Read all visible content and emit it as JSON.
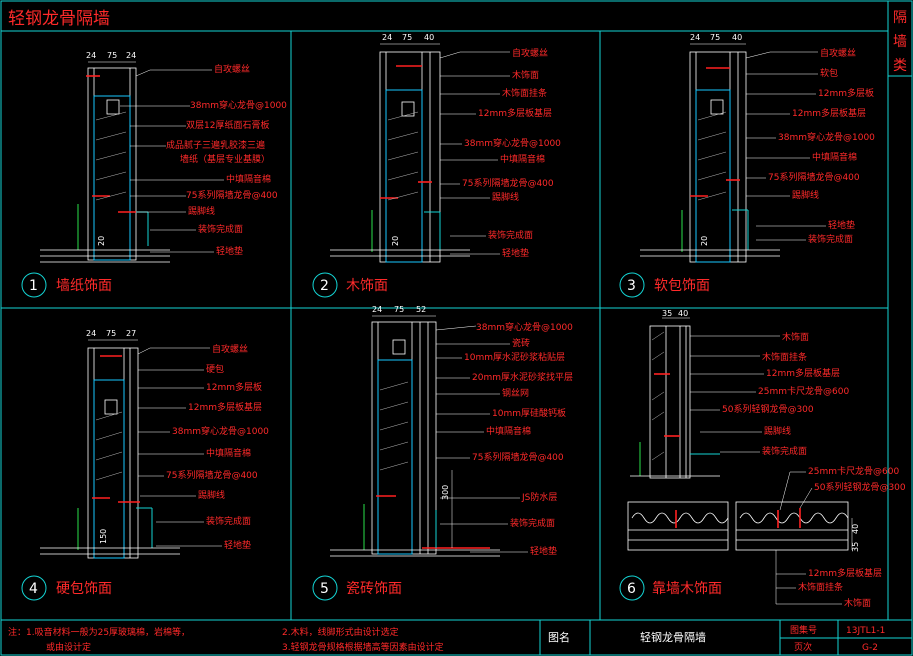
{
  "sheet": {
    "title": "轻钢龙骨隔墙",
    "side_tag": [
      "隔",
      "墙",
      "类"
    ]
  },
  "panels": [
    {
      "num": "1",
      "caption": "墙纸饰面",
      "dims": [
        "24",
        "75",
        "24"
      ],
      "side_dims": [
        "20"
      ],
      "labels": [
        "自攻螺丝",
        "38mm穿心龙骨@1000",
        "双层12厚纸面石膏板",
        "成品腻子三遍乳胶漆三遍",
        "墙纸（基层专业基膜）",
        "中填隔音棉",
        "75系列隔墙龙骨@400",
        "踢脚线",
        "装饰完成面",
        "轻地垫"
      ]
    },
    {
      "num": "2",
      "caption": "木饰面",
      "dims": [
        "24",
        "75",
        "40"
      ],
      "side_dims": [
        "20"
      ],
      "labels": [
        "自攻螺丝",
        "木饰面",
        "木饰面挂条",
        "12mm多层板基层",
        "38mm穿心龙骨@1000",
        "中填隔音棉",
        "75系列隔墙龙骨@400",
        "踢脚线",
        "装饰完成面",
        "轻地垫"
      ]
    },
    {
      "num": "3",
      "caption": "软包饰面",
      "dims": [
        "24",
        "75",
        "40"
      ],
      "side_dims": [
        "20"
      ],
      "labels": [
        "自攻螺丝",
        "软包",
        "12mm多层板",
        "12mm多层板基层",
        "38mm穿心龙骨@1000",
        "中填隔音棉",
        "75系列隔墙龙骨@400",
        "踢脚线",
        "轻地垫",
        "装饰完成面"
      ]
    },
    {
      "num": "4",
      "caption": "硬包饰面",
      "dims": [
        "24",
        "75",
        "27"
      ],
      "side_dims": [
        "150"
      ],
      "labels": [
        "自攻螺丝",
        "硬包",
        "12mm多层板",
        "12mm多层板基层",
        "38mm穿心龙骨@1000",
        "中填隔音棉",
        "75系列隔墙龙骨@400",
        "踢脚线",
        "装饰完成面",
        "轻地垫"
      ]
    },
    {
      "num": "5",
      "caption": "瓷砖饰面",
      "dims": [
        "24",
        "75",
        "52"
      ],
      "side_dims": [
        "300"
      ],
      "labels": [
        "38mm穿心龙骨@1000",
        "瓷砖",
        "10mm厚水泥砂浆粘贴层",
        "20mm厚水泥砂浆找平层",
        "钢丝网",
        "10mm厚硅酸钙板",
        "中填隔音棉",
        "75系列隔墙龙骨@400",
        "JS防水层",
        "装饰完成面",
        "轻地垫"
      ]
    },
    {
      "num": "6",
      "caption": "靠墙木饰面",
      "dims": [
        "35",
        "40"
      ],
      "side_dims": [
        "40",
        "35"
      ],
      "labels": [
        "木饰面",
        "木饰面挂条",
        "12mm多层板基层",
        "25mm卡尺龙骨@600",
        "50系列轻钢龙骨@300",
        "踢脚线",
        "装饰完成面",
        "25mm卡尺龙骨@600",
        "50系列轻钢龙骨@300",
        "12mm多层板基层",
        "木饰面挂条",
        "木饰面"
      ]
    }
  ],
  "notes": {
    "line1a": "注：1.吸音材料一般为25厚玻璃棉，岩棉等，",
    "line1b": "2.木料，线脚形式由设计选定",
    "line2a": "或由设计定",
    "line2b": "3.轻钢龙骨规格根据墙高等因素由设计定"
  },
  "title_block": {
    "figure_name_label": "图名",
    "figure_name": "轻钢龙骨隔墙",
    "atlas_label": "图集号",
    "atlas_no": "13JTL1-1",
    "page_label": "页次",
    "page_no": "G-2"
  }
}
